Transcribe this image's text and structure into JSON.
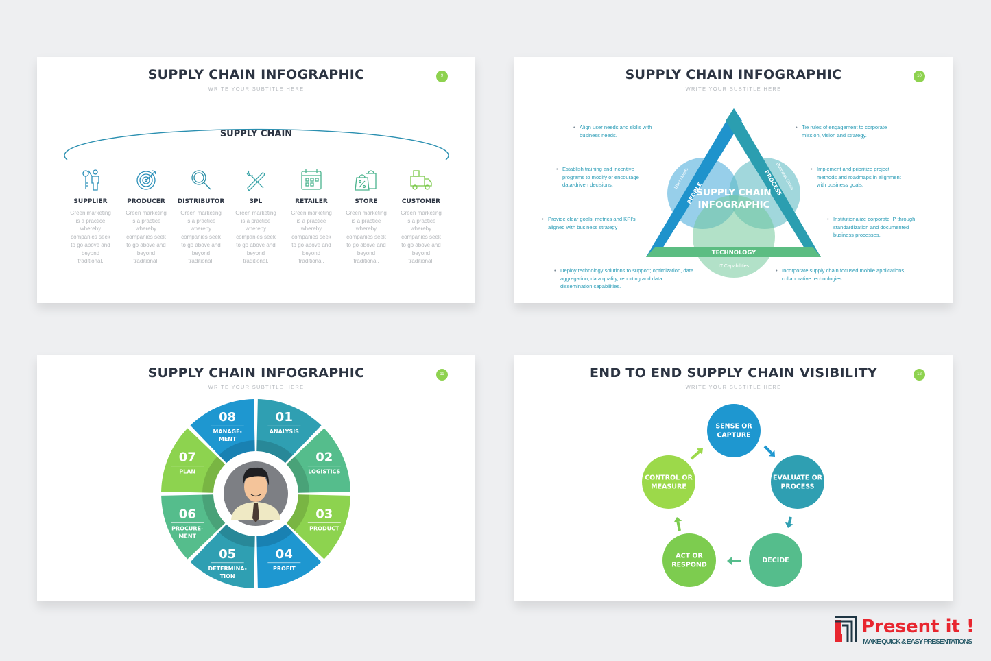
{
  "slides": [
    {
      "title": "SUPPLY CHAIN INFOGRAPHIC",
      "subtitle": "WRITE YOUR SUBTITLE HERE",
      "page": "9",
      "arc_label": "SUPPLY CHAIN",
      "steps": [
        {
          "title": "SUPPLIER",
          "icon": "key-person-icon",
          "desc": "Green marketing is a practice whereby companies seek to go above and beyond traditional."
        },
        {
          "title": "PRODUCER",
          "icon": "target-icon",
          "desc": "Green marketing is a practice whereby companies seek to go above and beyond traditional."
        },
        {
          "title": "DISTRIBUTOR",
          "icon": "magnifier-icon",
          "desc": "Green marketing is a practice whereby companies seek to go above and beyond traditional."
        },
        {
          "title": "3PL",
          "icon": "tools-icon",
          "desc": "Green marketing is a practice whereby companies seek to go above and beyond traditional."
        },
        {
          "title": "RETAILER",
          "icon": "calendar-icon",
          "desc": "Green marketing is a practice whereby companies seek to go above and beyond traditional."
        },
        {
          "title": "STORE",
          "icon": "shopping-bag-icon",
          "desc": "Green marketing is a practice whereby companies seek to go above and beyond traditional."
        },
        {
          "title": "CUSTOMER",
          "icon": "delivery-truck-icon",
          "desc": "Green marketing is a practice whereby companies seek to go above and beyond traditional."
        }
      ]
    },
    {
      "title": "SUPPLY CHAIN INFOGRAPHIC",
      "subtitle": "WRITE YOUR SUBTITLE HERE",
      "page": "10",
      "center": "SUPPLY CHAIN INFOGRAPHIC",
      "people": "PEOPLE",
      "people_sub": "User Needs",
      "process": "PROCESS",
      "process_sub": "Business Goals",
      "technology": "TECHNOLOGY",
      "technology_sub": "IT Capabilities",
      "bullets": [
        "Align user needs and skills with business needs.",
        "Establish training and incentive programs to modify or encourage data-driven decisions.",
        "Provide clear goals, metrics and KPI's aligned with business strategy",
        "Deploy technology solutions to support; optimization, data aggregation, data quality, reporting and data dissemination capabilities.",
        "Tie rules of engagement to corporate mission, vision and strategy.",
        "Implement and prioritize project methods and roadmaps in alignment with business goals.",
        "Institutionalize corporate IP through standardization and documented business processes.",
        "Incorporate supply chain focused mobile applications, collaborative technologies."
      ]
    },
    {
      "title": "SUPPLY CHAIN INFOGRAPHIC",
      "subtitle": "WRITE YOUR SUBTITLE HERE",
      "page": "11",
      "segments": [
        {
          "num": "01",
          "label": "ANALYSIS",
          "color": "#2f9fb2"
        },
        {
          "num": "02",
          "label": "LOGISTICS",
          "color": "#55bd8c"
        },
        {
          "num": "03",
          "label": "PRODUCT",
          "color": "#8dd34f"
        },
        {
          "num": "04",
          "label": "PROFIT",
          "color": "#1e97d0"
        },
        {
          "num": "05",
          "label": "DETERMINA-\nTION",
          "color": "#2f9fb2"
        },
        {
          "num": "06",
          "label": "PROCURE-\nMENT",
          "color": "#55bd8c"
        },
        {
          "num": "07",
          "label": "PLAN",
          "color": "#8dd34f"
        },
        {
          "num": "08",
          "label": "MANAGE-\nMENT",
          "color": "#1e97d0"
        }
      ]
    },
    {
      "title": "END TO END SUPPLY CHAIN VISIBILITY",
      "subtitle": "WRITE YOUR SUBTITLE HERE",
      "page": "12",
      "nodes": [
        {
          "label": "SENSE OR CAPTURE",
          "color": "#1e97d0"
        },
        {
          "label": "EVALUATE OR PROCESS",
          "color": "#2f9fb2"
        },
        {
          "label": "DECIDE",
          "color": "#55bd8c"
        },
        {
          "label": "ACT OR RESPOND",
          "color": "#7dcc4f"
        },
        {
          "label": "CONTROL OR MEASURE",
          "color": "#9cd94a"
        }
      ]
    }
  ],
  "logo": {
    "name": "Present it !",
    "tagline": "MAKE QUICK & EASY PRESENTATIONS",
    "accent": "#e8262f"
  }
}
